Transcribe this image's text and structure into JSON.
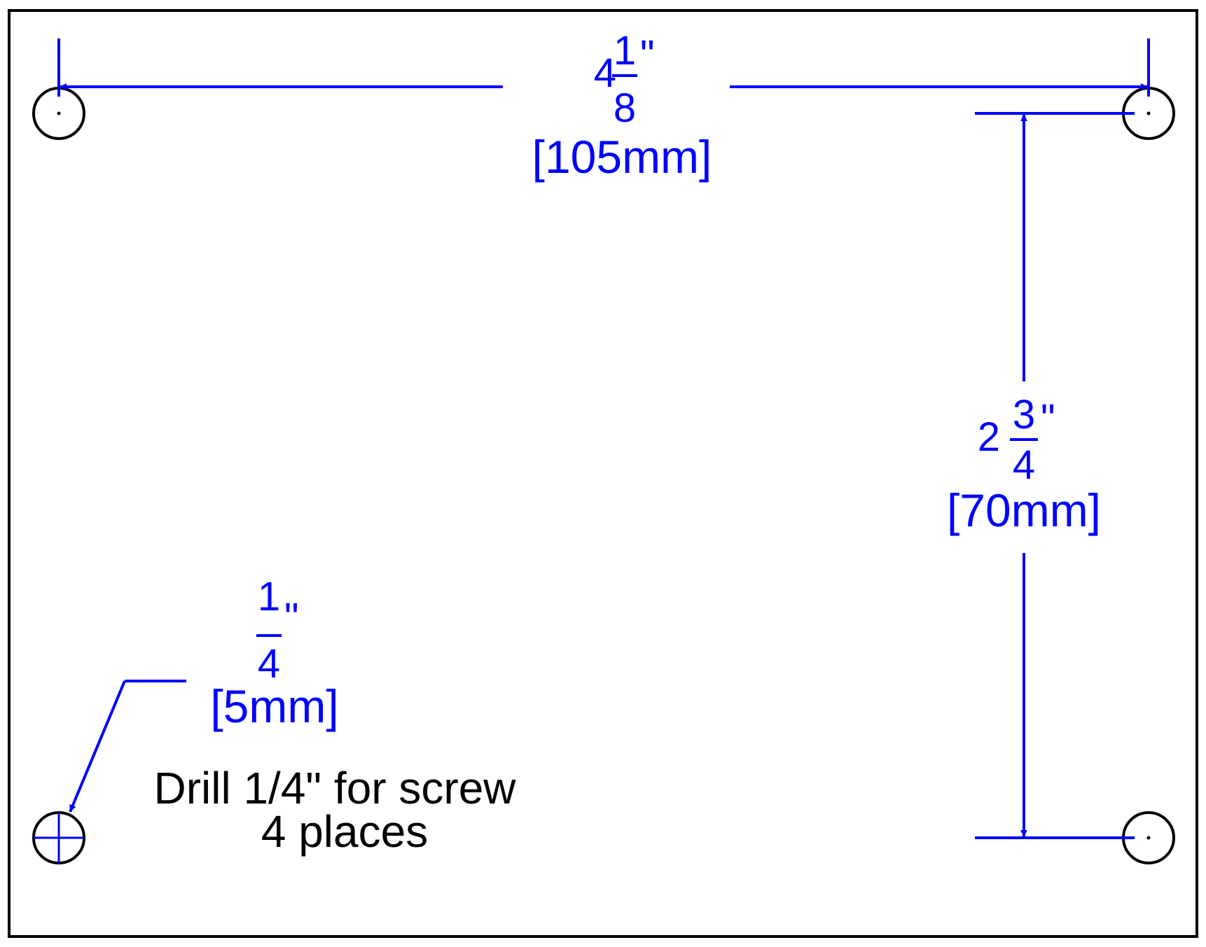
{
  "colors": {
    "dimension": "#0000ff",
    "outline": "#000000",
    "background": "#ffffff"
  },
  "dimensions": {
    "width": {
      "whole": "4",
      "numerator": "1",
      "denominator": "8",
      "unit": "\"",
      "metric": "[105mm]"
    },
    "height": {
      "whole": "2",
      "numerator": "3",
      "denominator": "4",
      "unit": "\"",
      "metric": "[70mm]"
    },
    "hole": {
      "numerator": "1",
      "denominator": "4",
      "unit": "\"",
      "metric": "[5mm]"
    }
  },
  "note": {
    "line1": "Drill 1/4\" for screw",
    "line2": "4 places"
  }
}
